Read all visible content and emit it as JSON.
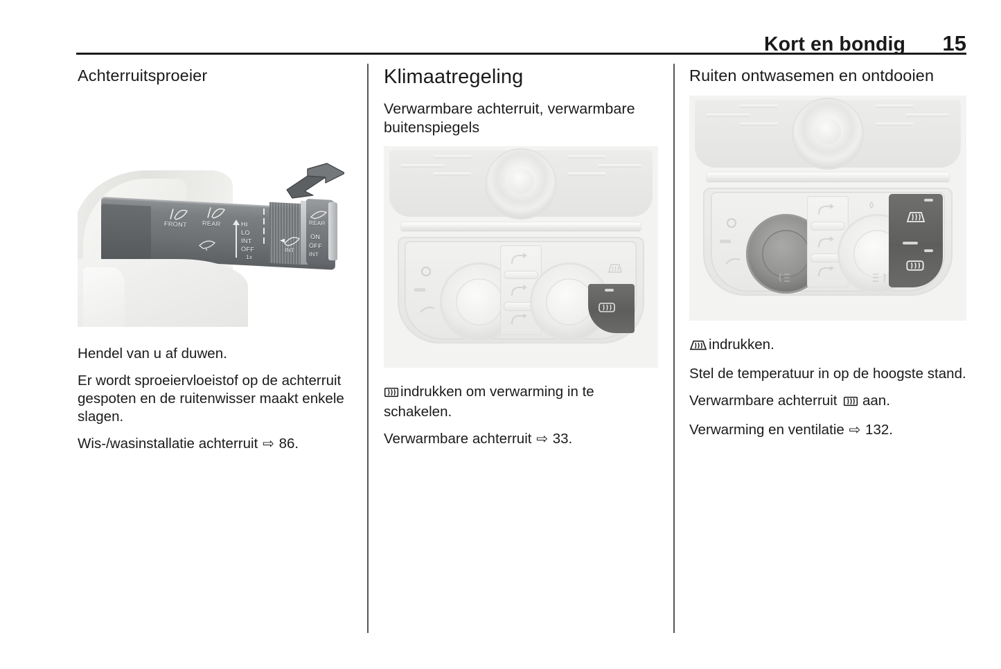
{
  "header": {
    "title": "Kort en bondig",
    "page_number": "15"
  },
  "columns": {
    "left": {
      "heading": "Achterruitsproeier",
      "figure_name": "wiper-stalk-lever-photo",
      "figure_labels": {
        "front": "FRONT",
        "rear": "REAR",
        "speed_hi": "HI",
        "speed_lo": "LO",
        "speed_int": "INT",
        "speed_off": "OFF",
        "single_wipe": "1x",
        "rear_label": "REAR",
        "rear_on": "ON",
        "rear_off": "OFF",
        "rear_int": "INT",
        "wash_int": "INT"
      },
      "paragraphs": [
        "Hendel van u af duwen.",
        "Er wordt sproeiervloeistof op de achterruit gespoten en de ruitenwisser maakt enkele slagen."
      ],
      "cross_reference": {
        "text": "Wis-/wasinstallatie achterruit",
        "arrow": "⇨",
        "page": "86."
      }
    },
    "middle": {
      "chapter_heading": "Klimaatregeling",
      "sub_heading": "Verwarmbare achterruit, verwarmbare buitenspiegels",
      "figure_name": "climate-control-panel-photo",
      "instruction": {
        "icon": "rear-defrost-icon",
        "text": "indrukken om verwarming in te schakelen."
      },
      "cross_reference": {
        "text": "Verwarmbare achterruit",
        "arrow": "⇨",
        "page": "33."
      }
    },
    "right": {
      "heading": "Ruiten ontwasemen en ontdooien",
      "figure_name": "climate-control-panel-defrost-photo",
      "instruction": {
        "icon": "front-defrost-icon",
        "text": "indrukken."
      },
      "paragraphs": [
        "Stel de temperatuur in op de hoogste stand."
      ],
      "rear_defrost_line": {
        "before": "Verwarmbare achterruit",
        "icon": "rear-defrost-icon",
        "after": "aan."
      },
      "cross_reference": {
        "text": "Verwarming en ventilatie",
        "arrow": "⇨",
        "page": "132."
      }
    }
  },
  "colors": {
    "text": "#1a1a1a",
    "rule": "#1a1a1a",
    "divider": "#555555",
    "figure_background": "#f2f2f0",
    "highlight_dark": "#5e5e5c"
  }
}
